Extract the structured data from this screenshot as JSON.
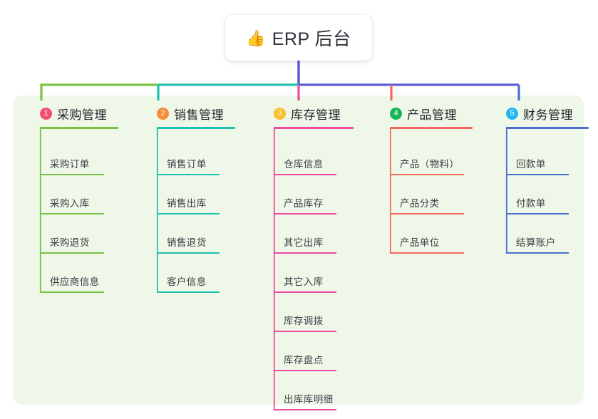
{
  "root": {
    "icon": "thumbs-up-icon",
    "icon_glyph": "👍",
    "title": "ERP 后台"
  },
  "palette": {
    "panel_bg": "#eff7e9",
    "page_bg": "#ffffff",
    "root_stem": "#5b5bd6",
    "bus": "#5b5bd6",
    "text": "#2e3138"
  },
  "branches": [
    {
      "number": "1",
      "label": "采购管理",
      "badge_color": "#f24d6e",
      "line_color": "#7ac143",
      "items": [
        "采购订单",
        "采购入库",
        "采购退货",
        "供应商信息"
      ]
    },
    {
      "number": "2",
      "label": "销售管理",
      "badge_color": "#f68b39",
      "line_color": "#1fc1ae",
      "items": [
        "销售订单",
        "销售出库",
        "销售退货",
        "客户信息"
      ]
    },
    {
      "number": "3",
      "label": "库存管理",
      "badge_color": "#fbc02d",
      "line_color": "#ef4aa0",
      "items": [
        "仓库信息",
        "产品库存",
        "其它出库",
        "其它入库",
        "库存调拨",
        "库存盘点",
        "出库库明细"
      ]
    },
    {
      "number": "4",
      "label": "产品管理",
      "badge_color": "#19b35a",
      "line_color": "#f4675f",
      "items": [
        "产品（物料）",
        "产品分类",
        "产品单位"
      ]
    },
    {
      "number": "5",
      "label": "财务管理",
      "badge_color": "#21b6ef",
      "line_color": "#4a6fd0",
      "items": [
        "回款单",
        "付款单",
        "结算账户"
      ]
    }
  ]
}
